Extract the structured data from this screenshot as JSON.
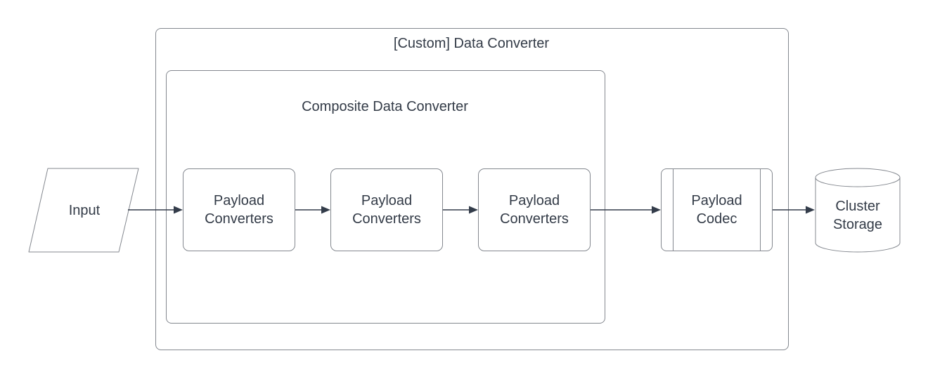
{
  "colors": {
    "background": "#ffffff",
    "shape_border": "#84888f",
    "arrow": "#333c4a",
    "text": "#333b47"
  },
  "diagram": {
    "outer_group_label": "[Custom] Data Converter",
    "inner_group_label": "Composite Data Converter",
    "input_label": "Input",
    "payload_converter_1_label": "Payload Converters",
    "payload_converter_2_label": "Payload Converters",
    "payload_converter_3_label": "Payload Converters",
    "payload_codec_label": "Payload Codec",
    "cluster_storage_label": "Cluster Storage",
    "edges": [
      {
        "from": "input",
        "to": "payload-converters-1"
      },
      {
        "from": "payload-converters-1",
        "to": "payload-converters-2"
      },
      {
        "from": "payload-converters-2",
        "to": "payload-converters-3"
      },
      {
        "from": "payload-converters-3",
        "to": "payload-codec"
      },
      {
        "from": "payload-codec",
        "to": "cluster-storage"
      }
    ]
  }
}
